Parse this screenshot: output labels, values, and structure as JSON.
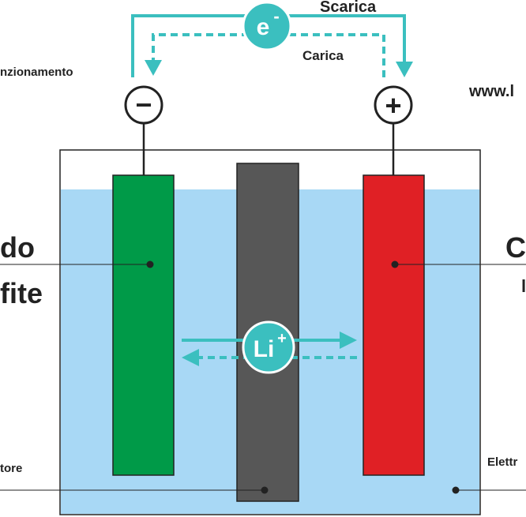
{
  "labels": {
    "discharge": "Scarica",
    "charge": "Carica",
    "function_fragment": "nzionamento",
    "website_fragment": "www.l",
    "anode_fragment_1": "do",
    "anode_fragment_2": "fite",
    "cathode_fragment_1": "C",
    "cathode_fragment_2": "l",
    "separator_fragment": "tore",
    "electrolyte_fragment": "Elettr"
  },
  "symbols": {
    "electron": "e",
    "electron_charge": "-",
    "lithium_ion": "Li",
    "lithium_charge": "+",
    "negative_terminal": "−",
    "positive_terminal": "+"
  },
  "colors": {
    "electrolyte": "#a8d8f5",
    "anode": "#009a48",
    "separator": "#575757",
    "cathode": "#e02025",
    "flow": "#3bbfbf",
    "outline": "#222222"
  }
}
